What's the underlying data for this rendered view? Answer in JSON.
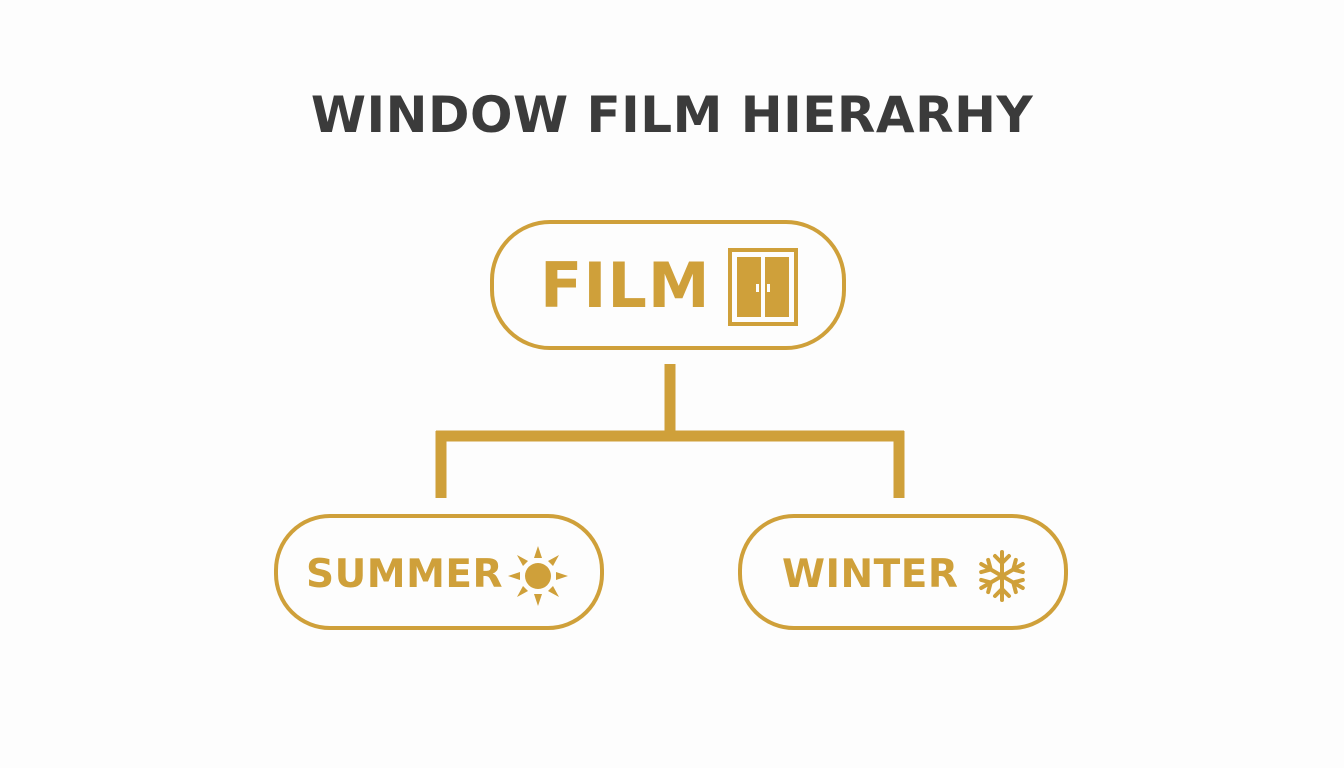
{
  "title": "WINDOW FILM HIERARHY",
  "colors": {
    "accent": "#cfa03a",
    "title": "#3b3b3b",
    "background": "#fdfdfd"
  },
  "root": {
    "label": "FILM",
    "icon": "window-icon"
  },
  "children": [
    {
      "label": "SUMMER",
      "icon": "sun-icon"
    },
    {
      "label": "WINTER",
      "icon": "snowflake-icon"
    }
  ]
}
